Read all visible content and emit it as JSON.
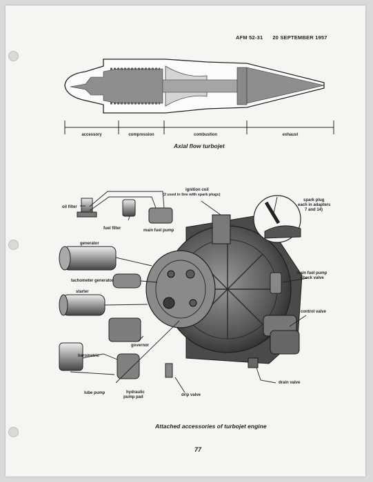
{
  "header": {
    "doc_number": "AFM 52-31",
    "date": "20 SEPTEMBER 1957"
  },
  "turbojet": {
    "sections": [
      "accessory",
      "compression",
      "combustion",
      "exhaust"
    ],
    "caption": "Axial flow turbojet"
  },
  "accessories": {
    "labels": {
      "oil_filter": "oil filter",
      "fuel_filter": "fuel filter",
      "main_fuel_pump": "main fuel pump",
      "ignition_coil_1": "ignition coil",
      "ignition_coil_2": "(2 used in line with spark plugs)",
      "spark_plug_1": "spark plug",
      "spark_plug_2": "each in adapters",
      "spark_plug_3": "7 and 14)",
      "generator": "generator",
      "tachometer_generator": "tachometer generator",
      "starter": "starter",
      "main_fuel_pump_check_1": "main fuel pump",
      "main_fuel_pump_check_2": "check valve",
      "control_valve": "control valve",
      "governor": "governor",
      "barometric": "barometric",
      "lube_pump": "lube pump",
      "hydraulic_pump_pad_1": "hydraulic",
      "hydraulic_pump_pad_2": "pump pad",
      "drip_valve": "drip valve",
      "drain_valve": "drain valve"
    },
    "caption": "Attached accessories of turbojet engine"
  },
  "page_number": "77"
}
